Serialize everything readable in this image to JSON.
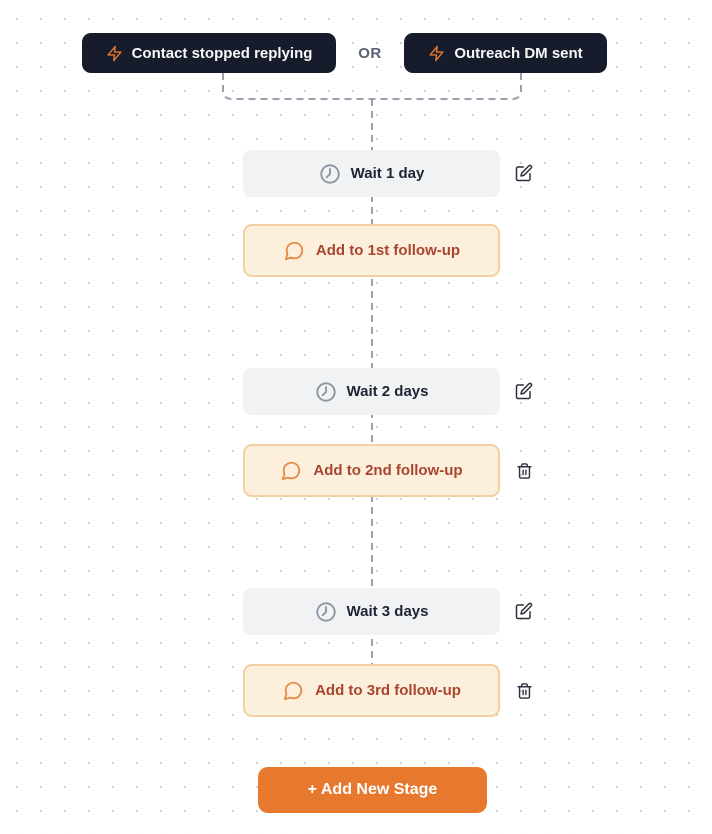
{
  "triggers": {
    "or_label": "OR",
    "items": [
      {
        "label": "Contact stopped replying",
        "icon": "zap-icon"
      },
      {
        "label": "Outreach DM sent",
        "icon": "zap-icon"
      }
    ]
  },
  "stages": [
    {
      "wait_label": "Wait 1 day",
      "action_label": "Add to 1st follow-up",
      "wait_icon": "clock-icon",
      "action_icon": "message-circle-icon",
      "has_edit": true,
      "has_delete": false
    },
    {
      "wait_label": "Wait 2 days",
      "action_label": "Add to 2nd follow-up",
      "wait_icon": "clock-icon",
      "action_icon": "message-circle-icon",
      "has_edit": true,
      "has_delete": true
    },
    {
      "wait_label": "Wait 3 days",
      "action_label": "Add to 3rd follow-up",
      "wait_icon": "clock-icon",
      "action_icon": "message-circle-icon",
      "has_edit": true,
      "has_delete": true
    }
  ],
  "add_stage": {
    "label": "+ Add New Stage"
  },
  "icons": {
    "trigger": "zap-icon",
    "wait": "clock-icon",
    "action": "message-circle-icon",
    "edit": "edit-icon",
    "delete": "trash-icon"
  },
  "colors": {
    "trigger_bg": "#161c2b",
    "accent_orange": "#e7792f",
    "zap_orange": "#e8772e",
    "wait_bg": "#f1f2f4",
    "wait_text": "#1d2433",
    "clock_gray": "#8b92a2",
    "action_bg": "#fcf0dd",
    "action_border": "#f3d0a0",
    "action_text": "#a9452e",
    "message_orange": "#e78b47",
    "connector": "#99a1ae",
    "dot_grid": "#d2d4d9"
  }
}
